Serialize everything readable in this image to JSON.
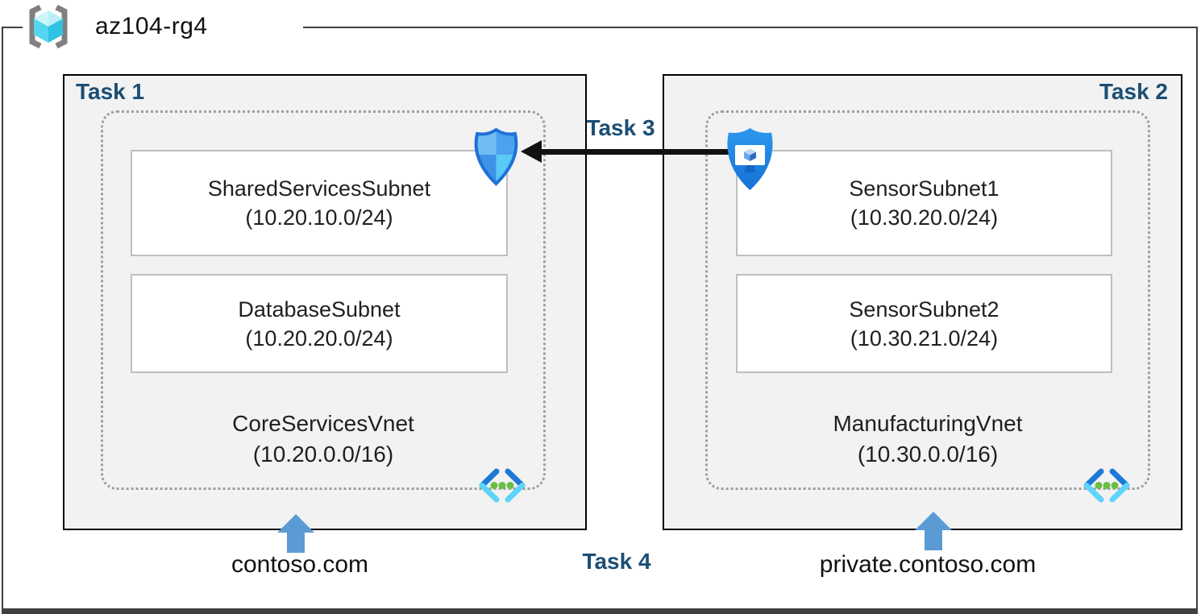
{
  "resource_group": {
    "name": "az104-rg4"
  },
  "tasks": {
    "task1": "Task 1",
    "task2": "Task 2",
    "task3": "Task 3",
    "task4": "Task 4"
  },
  "vnets": [
    {
      "name": "CoreServicesVnet",
      "cidr": "(10.20.0.0/16)",
      "dns_zone": "contoso.com",
      "subnets": [
        {
          "name": "SharedServicesSubnet",
          "cidr": "(10.20.10.0/24)"
        },
        {
          "name": "DatabaseSubnet",
          "cidr": "(10.20.20.0/24)"
        }
      ]
    },
    {
      "name": "ManufacturingVnet",
      "cidr": "(10.30.0.0/16)",
      "dns_zone": "private.contoso.com",
      "subnets": [
        {
          "name": "SensorSubnet1",
          "cidr": "(10.30.20.0/24)"
        },
        {
          "name": "SensorSubnet2",
          "cidr": "(10.30.21.0/24)"
        }
      ]
    }
  ],
  "icons": {
    "resource_group": "resource-group-icon",
    "network_security_group": "network-security-group-shield-icon",
    "secured_vm": "secured-virtual-machine-icon",
    "virtual_network": "virtual-network-icon",
    "dns_link": "blue-up-arrow-icon",
    "peering": "black-left-arrow"
  },
  "colors": {
    "task_label": "#1b4e75",
    "task_box_fill": "#f2f2f2",
    "task_box_border": "#000000",
    "frame_border": "#3f3f3f",
    "dotted_boundary": "#9e9e9e",
    "subnet_border": "#bfbfbf",
    "blue_arrow": "#5b9bd5",
    "black_arrow": "#111111"
  }
}
